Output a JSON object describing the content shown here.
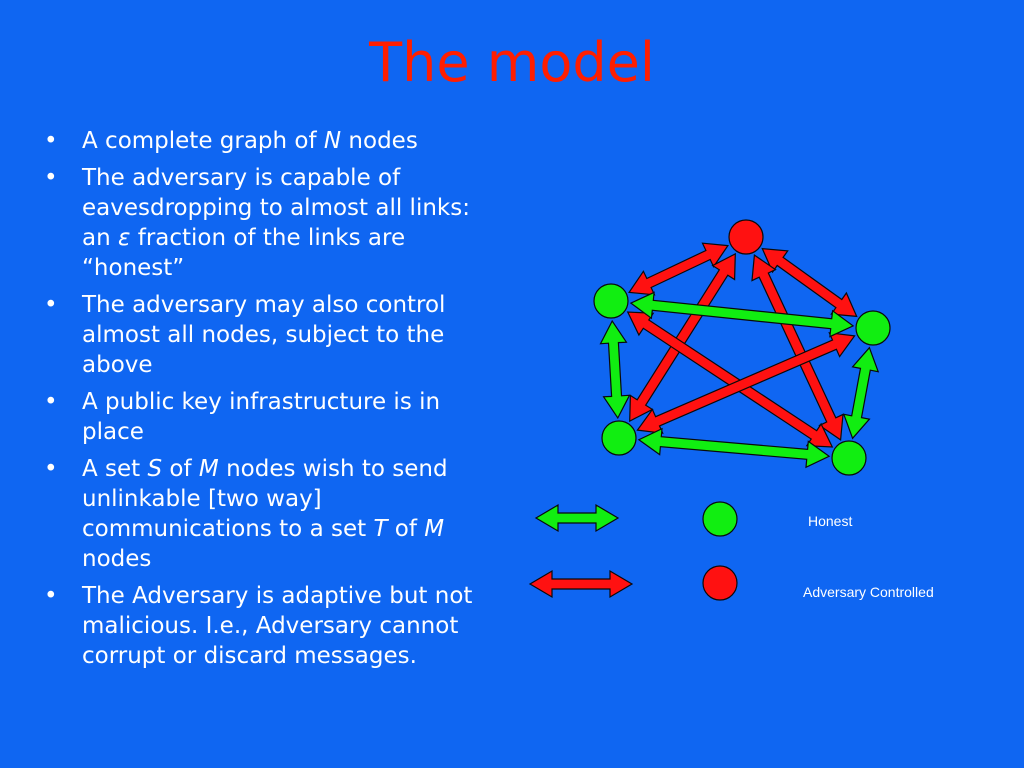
{
  "slide": {
    "title": "The model",
    "bullets": [
      [
        {
          "t": "A complete graph of "
        },
        {
          "t": "N",
          "i": true
        },
        {
          "t": " nodes"
        }
      ],
      [
        {
          "t": "The adversary is capable of eavesdropping to almost all links: an "
        },
        {
          "t": "ε",
          "i": true
        },
        {
          "t": " fraction of the links are “honest”"
        }
      ],
      [
        {
          "t": "The adversary may also control almost all nodes, subject to the above"
        }
      ],
      [
        {
          "t": "A public key infrastructure is in place"
        }
      ],
      [
        {
          "t": "A set "
        },
        {
          "t": "S",
          "i": true
        },
        {
          "t": " of "
        },
        {
          "t": "M",
          "i": true
        },
        {
          "t": " nodes wish to send unlinkable [two way] communications to a set "
        },
        {
          "t": "T",
          "i": true
        },
        {
          "t": " of "
        },
        {
          "t": "M",
          "i": true
        },
        {
          "t": " nodes"
        }
      ],
      [
        {
          "t": "The Adversary is adaptive but not malicious. I.e., Adversary cannot corrupt or discard messages."
        }
      ]
    ],
    "bullet_glyph": "•"
  },
  "diagram": {
    "colors": {
      "honest": "#11ee11",
      "adversary": "#ff1111",
      "outline": "#0a0a0a"
    },
    "nodes": [
      {
        "id": "top",
        "type": "adversary"
      },
      {
        "id": "left",
        "type": "honest"
      },
      {
        "id": "right",
        "type": "honest"
      },
      {
        "id": "bottom-left",
        "type": "honest"
      },
      {
        "id": "bottom-right",
        "type": "honest"
      }
    ],
    "links": [
      {
        "from": "top",
        "to": "left",
        "type": "adversary"
      },
      {
        "from": "top",
        "to": "right",
        "type": "adversary"
      },
      {
        "from": "top",
        "to": "bottom-left",
        "type": "adversary"
      },
      {
        "from": "top",
        "to": "bottom-right",
        "type": "adversary"
      },
      {
        "from": "left",
        "to": "bottom-right",
        "type": "adversary"
      },
      {
        "from": "right",
        "to": "bottom-left",
        "type": "adversary"
      },
      {
        "from": "left",
        "to": "right",
        "type": "honest"
      },
      {
        "from": "left",
        "to": "bottom-left",
        "type": "honest"
      },
      {
        "from": "right",
        "to": "bottom-right",
        "type": "honest"
      },
      {
        "from": "bottom-left",
        "to": "bottom-right",
        "type": "honest"
      }
    ],
    "legend": {
      "honest_label": "Honest",
      "adversary_label": "Adversary Controlled"
    }
  }
}
